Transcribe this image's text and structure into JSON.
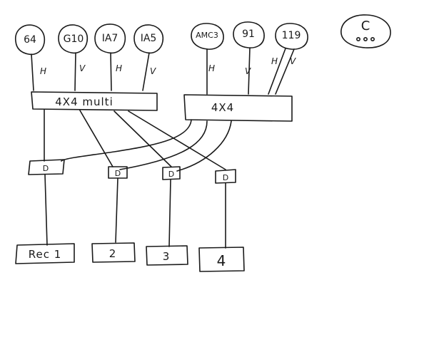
{
  "diagram": {
    "satellites": [
      {
        "id": "s1",
        "label": "64"
      },
      {
        "id": "s2",
        "label": "G10"
      },
      {
        "id": "s3",
        "label": "IA7"
      },
      {
        "id": "s4",
        "label": "IA5"
      },
      {
        "id": "s5",
        "label": "AMC3"
      },
      {
        "id": "s6",
        "label": "91"
      },
      {
        "id": "s7",
        "label": "119"
      }
    ],
    "polarizations": [
      {
        "id": "p1",
        "label": "H"
      },
      {
        "id": "p2",
        "label": "V"
      },
      {
        "id": "p3",
        "label": "H"
      },
      {
        "id": "p4",
        "label": "V"
      },
      {
        "id": "p5",
        "label": "H"
      },
      {
        "id": "p6",
        "label": "V"
      },
      {
        "id": "p7",
        "label": "H"
      },
      {
        "id": "p8",
        "label": "V"
      }
    ],
    "switches": [
      {
        "id": "multi",
        "label": "4X4 multi"
      },
      {
        "id": "sw2",
        "label": "4X4"
      }
    ],
    "diplexers": [
      {
        "id": "d1",
        "label": "D"
      },
      {
        "id": "d2",
        "label": "D"
      },
      {
        "id": "d3",
        "label": "D"
      },
      {
        "id": "d4",
        "label": "D"
      }
    ],
    "receivers": [
      {
        "id": "r1",
        "label": "Rec 1"
      },
      {
        "id": "r2",
        "label": "2"
      },
      {
        "id": "r3",
        "label": "3"
      },
      {
        "id": "r4",
        "label": "4"
      }
    ],
    "extra_dish": {
      "label": "C"
    }
  }
}
